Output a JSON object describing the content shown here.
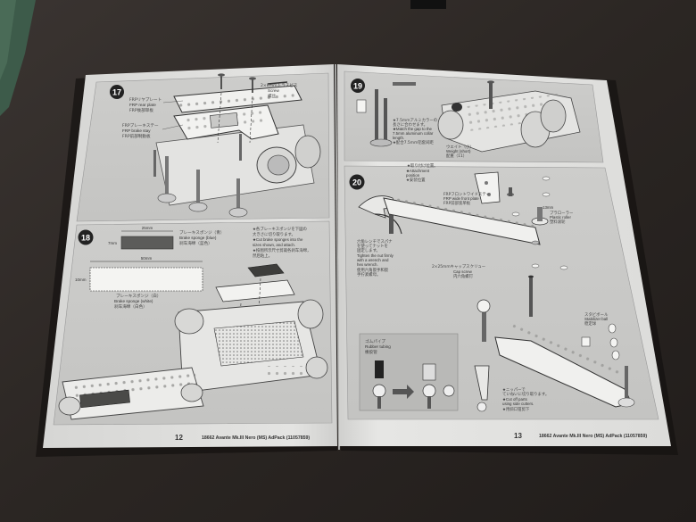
{
  "left_page": {
    "steps": [
      {
        "number": "17",
        "labels": [
          "FRPリヤプレート",
          "FRP rear plate",
          "FRP後部単板",
          "FRPブレーキステー",
          "FRP brake stay",
          "FRP前部制動板",
          "2×8mmトラスビス",
          "Screw",
          "螺丝"
        ]
      },
      {
        "number": "18",
        "dim_small": "25mm",
        "dim_small_h": "7mm",
        "dim_large": "50mm",
        "dim_large_h": "10mm",
        "labels": [
          "ブレーキスポンジ（青）",
          "Brake sponge (blue)",
          "刹车海绵（蓝色）",
          "ブレーキスポンジ（白）",
          "Brake sponge (white)",
          "刹车海绵（白色）"
        ],
        "note": [
          "★各ブレーキスポンジを下図の",
          "大きさに切り取ります。",
          "★Cut brake sponges into the",
          "sizes shown, and attach.",
          "★按图所示尺寸剪裁各刹车海绵，",
          "然后粘上。"
        ]
      }
    ],
    "page_number": "12",
    "footer": "18662 Avante Mk.III Nero (MS) AdPack (11057859)"
  },
  "right_page": {
    "steps": [
      {
        "number": "19",
        "labels": [
          "★取り付け位置。",
          "★Attachment",
          "position",
          "★安装位置",
          "★7.5mmアルミカラーの",
          "長さに合わせます。",
          "★Match the gap to the",
          "7.5mm aluminum collar",
          "length.",
          "★配合7.5mm铝套间距",
          "ウエイト（小）",
          "Weight (short)",
          "配重（11）"
        ]
      },
      {
        "number": "20",
        "labels": [
          "FRPフロントワイドステー",
          "FRP wide front plate",
          "FRP前部宽单板",
          "13mm",
          "プラローラー",
          "Plastic roller",
          "塑料滚轮",
          "六角レンチでスパナ",
          "を使ってナットを",
          "固定します。",
          "Tighten the nut firmly",
          "with a wrench and",
          "hex wrench.",
          "使用六角扳手和扳",
          "手拧紧螺母。",
          "2×25mmキャップスクリュー",
          "Cap screw",
          "内六角螺钉",
          "スタビボール",
          "Stabilizer ball",
          "稳定球",
          "ゴムパイプ",
          "Rubber tubing",
          "橡胶管",
          "★ニッパーで",
          "ていねいに切り取ります。",
          "★Cut off parts",
          "using side cutters.",
          "★用斜口钳剪下"
        ]
      }
    ],
    "page_number": "13",
    "footer": "18662 Avante Mk.III Nero (MS) AdPack (11057859)"
  }
}
